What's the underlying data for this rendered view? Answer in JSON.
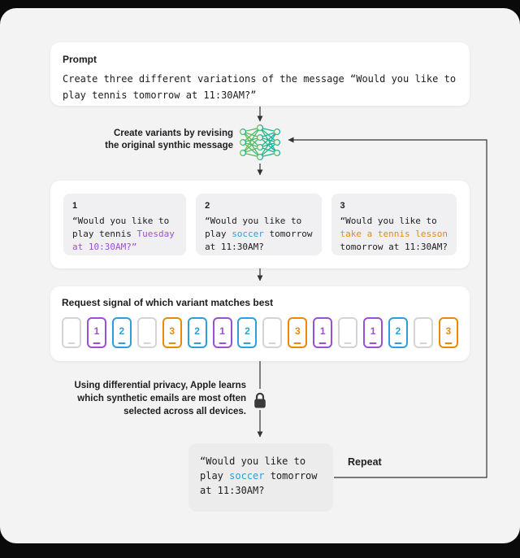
{
  "colors": {
    "purple": "#9c4fd4",
    "blue": "#2e9fd8",
    "orange": "#e8890c",
    "net_green": "#6cc04a",
    "net_teal": "#00b2a4",
    "line": "#333333",
    "text": "#1d1d1f"
  },
  "prompt_card": {
    "label": "Prompt",
    "lines": [
      "Create three different variations of the message “Would you like to",
      "play tennis tomorrow at 11:30AM?”"
    ]
  },
  "network_step": {
    "caption_lines": [
      "Create variants by revising",
      "the original synthic message"
    ]
  },
  "variants": {
    "items": [
      {
        "number": "1",
        "accent": "purple",
        "line1": "“Would you like to",
        "line2_plain": "play tennis ",
        "line2_accent": "Tuesday",
        "line3_accent": "at 10:30AM?”"
      },
      {
        "number": "2",
        "accent": "blue",
        "line1": "“Would you like to",
        "line2_pre": "play ",
        "line2_accent": "soccer",
        "line2_post": " tomorrow",
        "line3": "at 11:30AM?"
      },
      {
        "number": "3",
        "accent": "orange",
        "line1": "“Would you like to",
        "line2_accent": "take a tennis lesson",
        "line3": "tomorrow at 11:30AM?"
      }
    ]
  },
  "request_card": {
    "title": "Request signal of which variant matches best",
    "phones": [
      {
        "label": "",
        "color": null
      },
      {
        "label": "1",
        "color": "purple"
      },
      {
        "label": "2",
        "color": "blue"
      },
      {
        "label": "",
        "color": null
      },
      {
        "label": "3",
        "color": "orange"
      },
      {
        "label": "2",
        "color": "blue"
      },
      {
        "label": "1",
        "color": "purple"
      },
      {
        "label": "2",
        "color": "blue"
      },
      {
        "label": "",
        "color": null
      },
      {
        "label": "3",
        "color": "orange"
      },
      {
        "label": "1",
        "color": "purple"
      },
      {
        "label": "",
        "color": null
      },
      {
        "label": "1",
        "color": "purple"
      },
      {
        "label": "2",
        "color": "blue"
      },
      {
        "label": "",
        "color": null
      },
      {
        "label": "3",
        "color": "orange"
      }
    ]
  },
  "privacy_note": {
    "lines": [
      "Using differential privacy, Apple learns",
      "which synthetic emails are most often",
      "selected across all devices."
    ]
  },
  "result_box": {
    "line1": "“Would you like to",
    "line2_pre": "play ",
    "line2_accent": "soccer",
    "line2_post": " tomorrow",
    "line3": "at 11:30AM?"
  },
  "repeat_label": "Repeat"
}
